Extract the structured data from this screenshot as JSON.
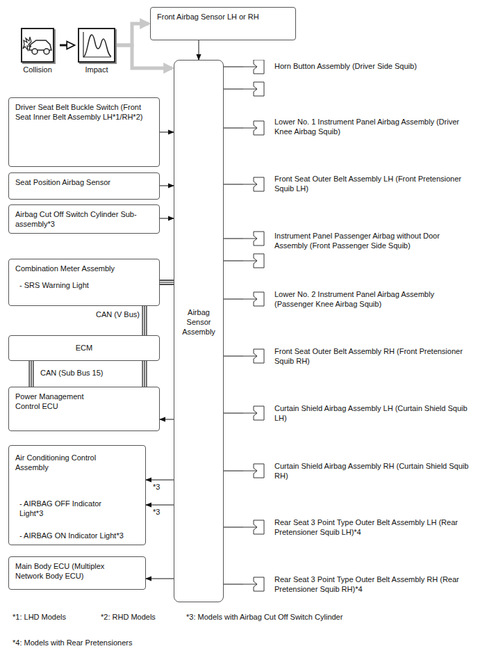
{
  "diagram": {
    "nodes": [
      {
        "text": [
          "Collision"
        ]
      },
      {
        "text": [
          "Impact"
        ]
      },
      {
        "text": [
          "Front Airbag Sensor LH or RH"
        ]
      },
      {
        "text": [
          "Driver Seat Belt Buckle Switch (Front Seat Inner Belt Assembly LH*1/RH*2)"
        ]
      },
      {
        "text": [
          "Seat Position Airbag Sensor"
        ]
      },
      {
        "text": [
          "Airbag Cut Off Switch Cylinder Sub-assembly*3"
        ]
      },
      {
        "text": [
          "Combination Meter Assembly",
          "- SRS Warning Light"
        ]
      },
      {
        "text": [
          "ECM"
        ]
      },
      {
        "text": [
          "Power Management Control ECU"
        ]
      },
      {
        "text": [
          "Air Conditioning Control Assembly",
          "- AIRBAG OFF Indicator Light*3",
          "- AIRBAG ON Indicator Light*3"
        ]
      },
      {
        "text": [
          "Main Body ECU (Multiplex Network Body ECU)"
        ]
      },
      {
        "text": [
          "Airbag Sensor Assembly"
        ]
      },
      {
        "text": [
          "Horn Button Assembly (Driver Side Squib)"
        ]
      },
      {
        "text": [
          "Lower No. 1 Instrument Panel Airbag Assembly (Driver Knee Airbag Squib)"
        ]
      },
      {
        "text": [
          "Front Seat Outer Belt Assembly LH (Front Pretensioner Squib LH)"
        ]
      },
      {
        "text": [
          "Instrument Panel Passenger Airbag without Door Assembly (Front Passenger Side Squib)"
        ]
      },
      {
        "text": [
          "Lower No. 2 Instrument Panel Airbag Assembly (Passenger Knee Airbag Squib)"
        ]
      },
      {
        "text": [
          "Front Seat Outer Belt Assembly RH (Front Pretensioner Squib RH)"
        ]
      },
      {
        "text": [
          "Curtain Shield Airbag Assembly LH (Curtain Shield Squib LH)"
        ]
      },
      {
        "text": [
          "Curtain Shield Airbag Assembly RH (Curtain Shield Squib RH)"
        ]
      },
      {
        "text": [
          "Rear Seat 3 Point Type Outer Belt Assembly LH (Rear Pretensioner Squib LH)*4"
        ]
      },
      {
        "text": [
          "Rear Seat 3 Point Type Outer Belt Assembly RH (Rear Pretensioner Squib RH)*4"
        ]
      }
    ],
    "edges": [
      {
        "from": 0,
        "to": 1,
        "arrow": "to"
      },
      {
        "from": 1,
        "to": 2,
        "arrow": "to"
      },
      {
        "from": 1,
        "to": 11,
        "arrow": "to"
      },
      {
        "from": 2,
        "to": 11,
        "arrow": "to"
      },
      {
        "from": 3,
        "to": 11,
        "arrow": "to"
      },
      {
        "from": 4,
        "to": 11,
        "arrow": "to"
      },
      {
        "from": 5,
        "to": 11,
        "arrow": "to"
      },
      {
        "from": 11,
        "to": 6,
        "arrow": "none"
      },
      {
        "from": 11,
        "to": 8,
        "label": "CAN (V Bus)",
        "arrow": "none"
      },
      {
        "from": 7,
        "to": 8,
        "label": "CAN (Sub Bus 15)",
        "arrow": "none"
      },
      {
        "from": 11,
        "to": 8,
        "arrow": "to"
      },
      {
        "from": 11,
        "to": 9,
        "label": "*3",
        "arrow": "to"
      },
      {
        "from": 11,
        "to": 9,
        "label": "*3",
        "arrow": "to"
      },
      {
        "from": 11,
        "to": 10,
        "arrow": "to"
      },
      {
        "from": 11,
        "to": 12,
        "arrow": "none"
      },
      {
        "from": 11,
        "to": 12,
        "arrow": "none"
      },
      {
        "from": 11,
        "to": 13,
        "arrow": "none"
      },
      {
        "from": 11,
        "to": 14,
        "arrow": "none"
      },
      {
        "from": 11,
        "to": 15,
        "arrow": "none"
      },
      {
        "from": 11,
        "to": 15,
        "arrow": "none"
      },
      {
        "from": 11,
        "to": 16,
        "arrow": "none"
      },
      {
        "from": 11,
        "to": 17,
        "arrow": "none"
      },
      {
        "from": 11,
        "to": 18,
        "arrow": "none"
      },
      {
        "from": 11,
        "to": 19,
        "arrow": "none"
      },
      {
        "from": 11,
        "to": 20,
        "arrow": "none"
      },
      {
        "from": 11,
        "to": 21,
        "arrow": "none"
      }
    ],
    "labels": [
      "*1: LHD Models",
      "*2: RHD Models",
      "*3: Models with Airbag Cut Off Switch Cylinder",
      "*4: Models with Rear Pretensioners"
    ]
  }
}
